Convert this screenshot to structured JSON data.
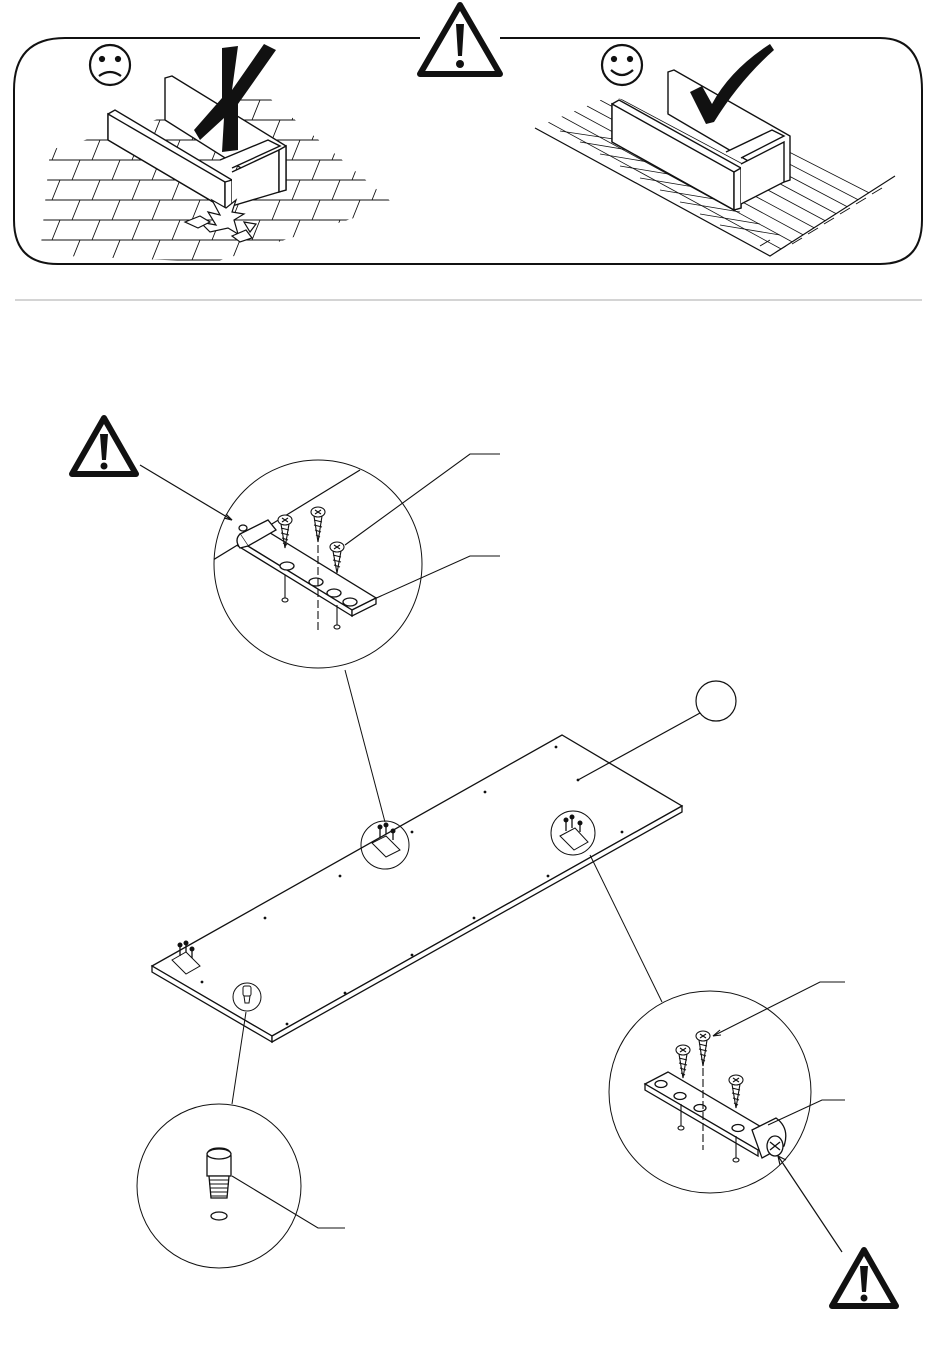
{
  "sheet": {
    "type": "assembly-instruction",
    "callout_labels": [
      "",
      "",
      "",
      "",
      ""
    ],
    "panel_number": ""
  },
  "top_panel": {
    "wrong_example": {
      "face": "sad-face-icon",
      "mark": "cross-mark-icon",
      "surface": "tiled-floor"
    },
    "warning": "warning-triangle-icon",
    "right_example": {
      "face": "happy-face-icon",
      "mark": "check-mark-icon",
      "surface": "carpet"
    }
  },
  "colors": {
    "ink": "#111111",
    "rule": "#bbbbbb",
    "paper": "#ffffff"
  }
}
